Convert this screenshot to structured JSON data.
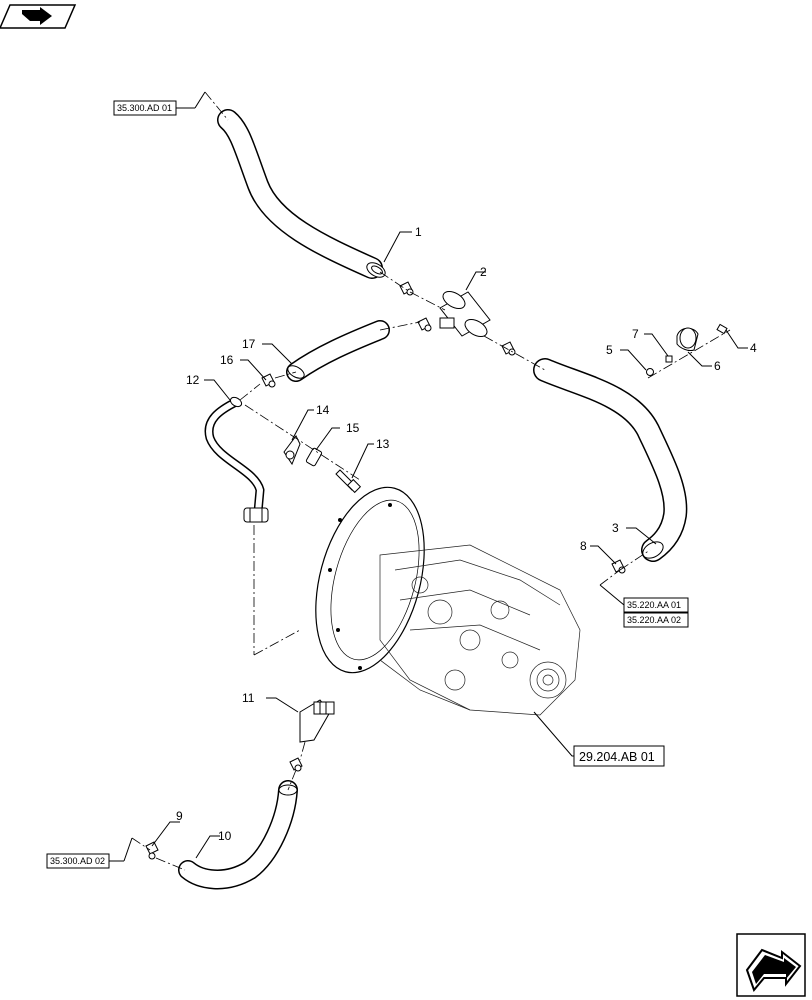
{
  "callouts": [
    "1",
    "2",
    "3",
    "4",
    "5",
    "6",
    "7",
    "8",
    "9",
    "10",
    "11",
    "12",
    "13",
    "14",
    "15",
    "16",
    "17"
  ],
  "references": {
    "ad01": "35.300.AD 01",
    "ad02": "35.300.AD 02",
    "aa01": "35.220.AA 01",
    "aa02": "35.220.AA 02",
    "ab01": "29.204.AB 01"
  },
  "icons": {
    "top_left": "book-nav-icon",
    "bottom_right": "next-page-arrow-icon"
  }
}
